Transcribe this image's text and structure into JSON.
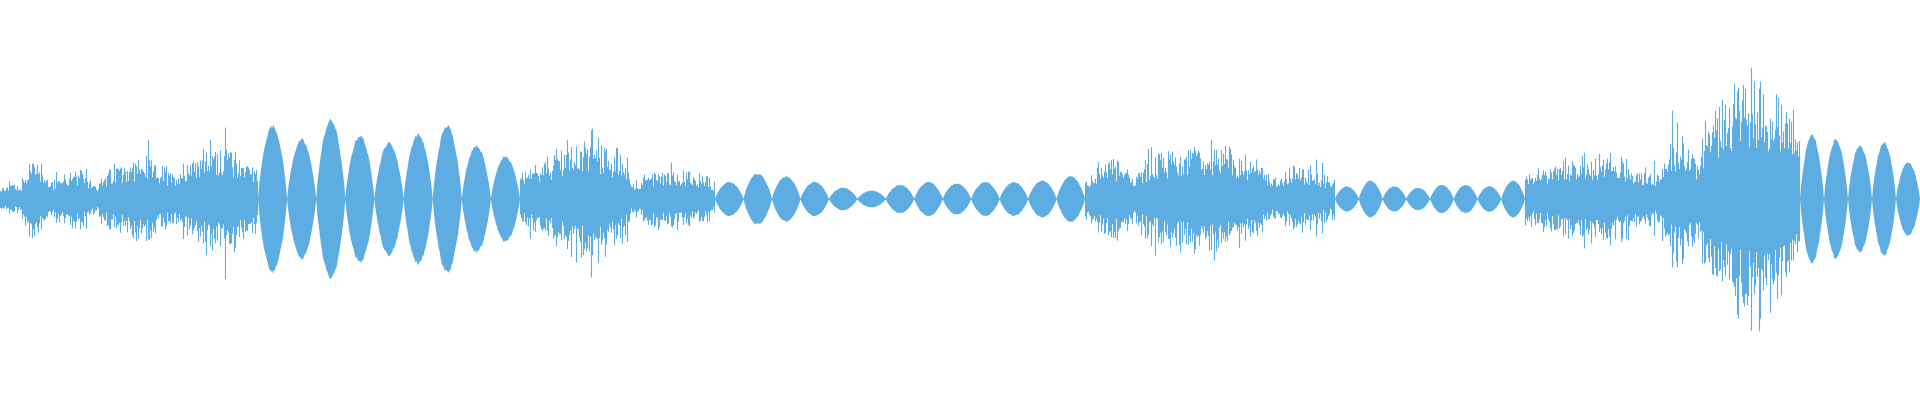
{
  "waveform": {
    "color": "#5dade2",
    "background": "#ffffff",
    "segments": [
      {
        "kind": "noise",
        "amp": 0.12
      },
      {
        "kind": "noise",
        "amp": 0.3
      },
      {
        "kind": "noise",
        "amp": 0.2
      },
      {
        "kind": "noise",
        "amp": 0.28
      },
      {
        "kind": "noise",
        "amp": 0.38
      },
      {
        "kind": "lobes",
        "count": 9,
        "amp": [
          0.52,
          0.42,
          0.56,
          0.45,
          0.4,
          0.46,
          0.52,
          0.38,
          0.3
        ]
      },
      {
        "kind": "noise",
        "amp": 0.25
      },
      {
        "kind": "noise",
        "amp": 0.42
      },
      {
        "kind": "noise",
        "amp": 0.22
      },
      {
        "kind": "lobes",
        "count": 13,
        "amp": [
          0.12,
          0.18,
          0.16,
          0.12,
          0.08,
          0.06,
          0.1,
          0.12,
          0.11,
          0.12,
          0.12,
          0.13,
          0.16
        ]
      },
      {
        "kind": "noise",
        "amp": 0.28
      },
      {
        "kind": "noise",
        "amp": 0.38
      },
      {
        "kind": "noise",
        "amp": 0.22
      },
      {
        "kind": "lobes",
        "count": 8,
        "amp": [
          0.09,
          0.13,
          0.09,
          0.08,
          0.1,
          0.1,
          0.09,
          0.13
        ]
      },
      {
        "kind": "noise",
        "amp": 0.3
      },
      {
        "kind": "noise",
        "amp": 0.45
      },
      {
        "kind": "noise",
        "amp": 0.82
      },
      {
        "kind": "lobes",
        "count": 5,
        "amp": [
          0.45,
          0.42,
          0.38,
          0.4,
          0.26
        ]
      }
    ]
  }
}
